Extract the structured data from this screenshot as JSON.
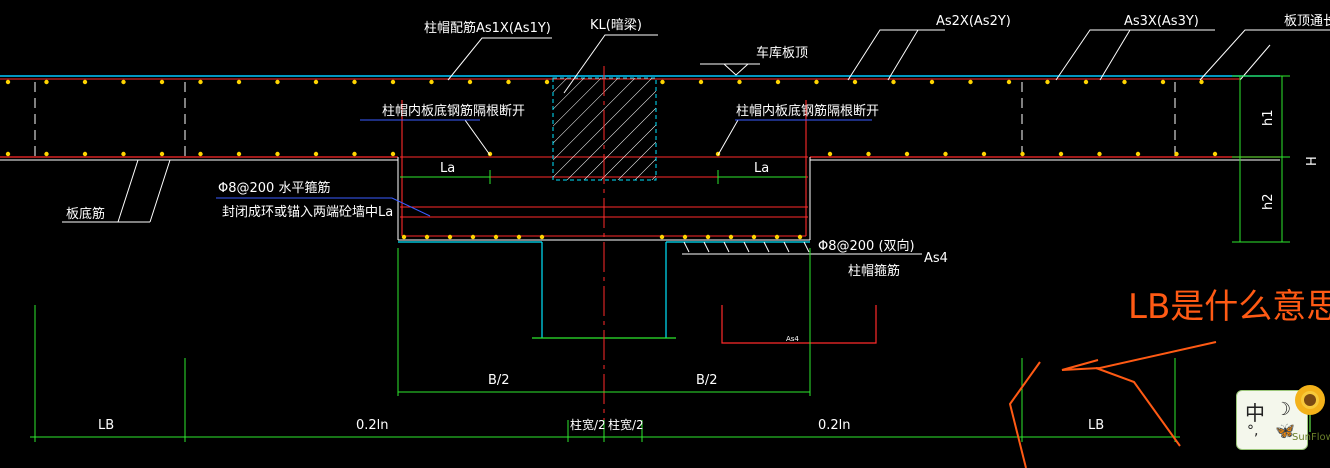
{
  "labels": {
    "capRebar": "柱帽配筋As1X(As1Y)",
    "kl": "KL(暗梁)",
    "slabTop": "车库板顶",
    "as2": "As2X(As2Y)",
    "as3": "As3X(As3Y)",
    "throughRebar": "板顶通长钢",
    "breakLeft": "柱帽内板底钢筋隔根断开",
    "breakRight": "柱帽内板底钢筋隔根断开",
    "laLeft": "La",
    "laRight": "La",
    "bottomRebar": "板底筋",
    "hStirrup1": "Φ8@200  水平箍筋",
    "hStirrup2": "封闭成环或锚入两端砼墙中La",
    "capStirrupSpec": "Φ8@200 (双向)",
    "capStirrup": "柱帽箍筋",
    "as4": "As4",
    "as4small": "As4",
    "h1": "h1",
    "h2": "h2",
    "H": "H",
    "halfB1": "B/2",
    "halfB2": "B/2",
    "lbLeft": "LB",
    "ln1": "0.2ln",
    "colHalf1": "柱宽/2",
    "colHalf2": "柱宽/2",
    "ln2": "0.2ln",
    "lbRight": "LB",
    "question": "LB是什么意思"
  },
  "ime": {
    "lang": "中",
    "moon": "☽",
    "punct": "°,",
    "butterfly": "🦋",
    "brand": "SunFlow"
  },
  "colors": {
    "background": "#000000",
    "slabLine": "#00c8ff",
    "rebarRed": "#ff2a2a",
    "dots": "#ffd400",
    "dimGreen": "#2ee82e",
    "text": "#ffffff",
    "annotation": "#ff5a14",
    "cyan": "#00e5ff"
  }
}
